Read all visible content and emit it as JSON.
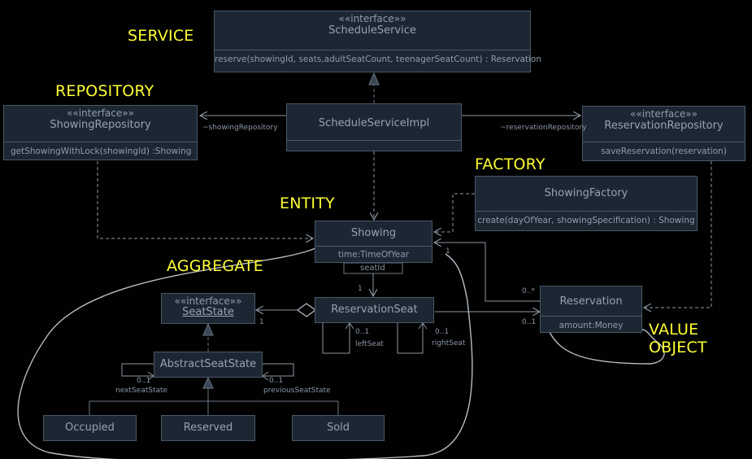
{
  "labels": {
    "service": "SERVICE",
    "repository": "REPOSITORY",
    "factory": "FACTORY",
    "entity": "ENTITY",
    "aggregate": "AGGREGATE",
    "value_object": "VALUE\nOBJECT"
  },
  "classes": {
    "schedule_service": {
      "stereotype": "««interface»»",
      "name": "ScheduleService",
      "operation": "reserve(showingId, seats,adultSeatCount, teenagerSeatCount) : Reservation"
    },
    "schedule_service_impl": {
      "name": "ScheduleServiceImpl"
    },
    "showing_repository": {
      "stereotype": "««interface»»",
      "name": "ShowingRepository",
      "operation": "getShowingWithLock(showingId) :Showing"
    },
    "reservation_repository": {
      "stereotype": "««interface»»",
      "name": "ReservationRepository",
      "operation": "saveReservation(reservation)"
    },
    "showing_factory": {
      "name": "ShowingFactory",
      "operation": "create(dayOfYear, showingSpecification) : Showing"
    },
    "showing": {
      "name": "Showing",
      "attribute": "time:TimeOfYear"
    },
    "reservation_seat": {
      "name": "ReservationSeat"
    },
    "seat_state": {
      "stereotype": "««interface»»",
      "name": "SeatState"
    },
    "abstract_seat_state": {
      "name": "AbstractSeatState"
    },
    "occupied": {
      "name": "Occupied"
    },
    "reserved": {
      "name": "Reserved"
    },
    "sold": {
      "name": "Sold"
    },
    "reservation": {
      "name": "Reservation",
      "attribute": "amount:Money"
    }
  },
  "association_labels": {
    "showing_repository_role": "~showingRepository",
    "reservation_repository_role": "~reservationRepository",
    "seat_id_qualifier": "seatId",
    "left_seat": "leftSeat",
    "right_seat": "rightSeat",
    "next_seat_state": "nextSeatState",
    "previous_seat_state": "previousSeatState",
    "m_showing_seat": "1",
    "m_showing_res": "1",
    "m_res_showing": "0..*",
    "m_res_seat": "0..1",
    "m_seatstate": "1",
    "m_left": "0..1",
    "m_right": "0..1",
    "m_next": "0..1",
    "m_prev": "0..1"
  },
  "colors": {
    "label": "#ffff33",
    "box_fill": "#1c2733",
    "box_border": "#4a5866",
    "text": "#8e9cac",
    "line": "#8a96a4",
    "aggregate_outline": "#b4bcc4"
  }
}
